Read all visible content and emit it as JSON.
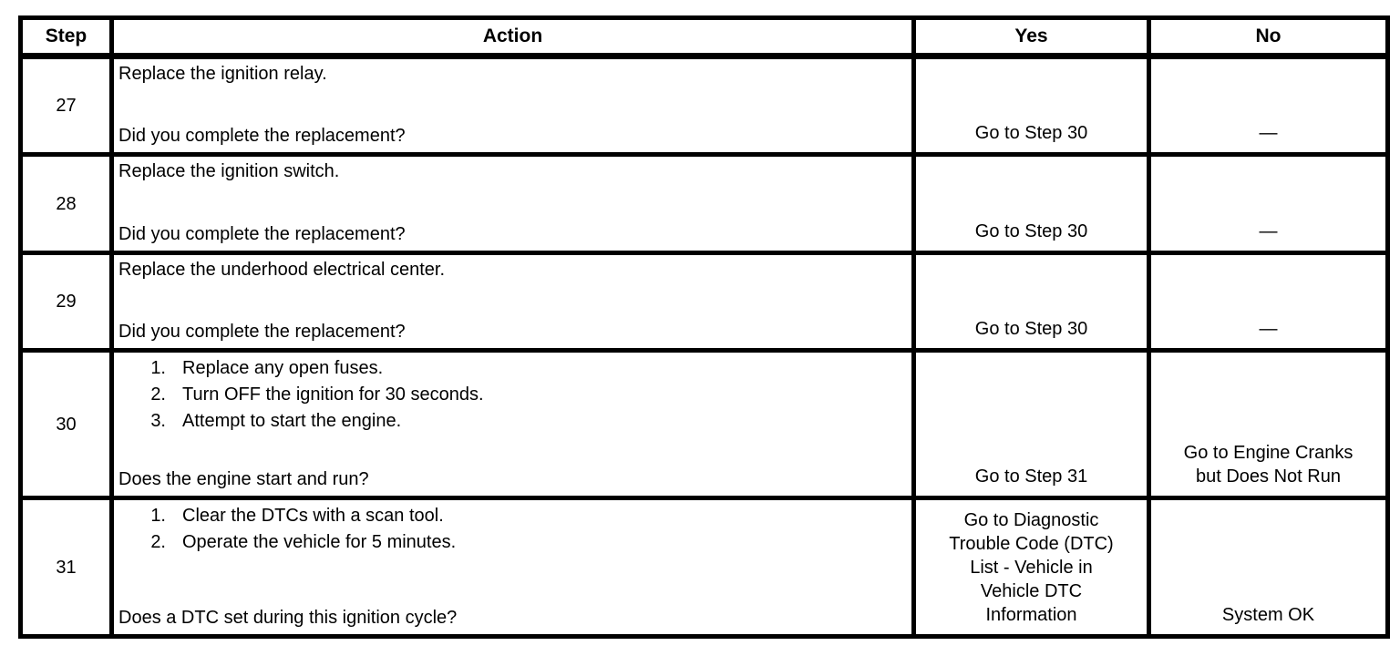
{
  "page": {
    "background": "#ffffff",
    "border_color": "#000000",
    "text_color": "#000000"
  },
  "table": {
    "headers": [
      {
        "key": "step",
        "label": "Step"
      },
      {
        "key": "action",
        "label": "Action"
      },
      {
        "key": "yes",
        "label": "Yes"
      },
      {
        "key": "no",
        "label": "No"
      }
    ],
    "rows": [
      {
        "step": "27",
        "action": {
          "intro": "Replace the ignition relay.",
          "list": [],
          "question": "Did you complete the replacement?"
        },
        "yes": "Go to Step 30",
        "no": "—"
      },
      {
        "step": "28",
        "action": {
          "intro": "Replace the ignition switch.",
          "list": [],
          "question": "Did you complete the replacement?"
        },
        "yes": "Go to Step 30",
        "no": "—"
      },
      {
        "step": "29",
        "action": {
          "intro": "Replace the underhood electrical center.",
          "list": [],
          "question": "Did you complete the replacement?"
        },
        "yes": "Go to Step 30",
        "no": "—"
      },
      {
        "step": "30",
        "action": {
          "intro": "",
          "list": [
            "Replace any open fuses.",
            "Turn OFF the ignition for 30 seconds.",
            "Attempt to start the engine."
          ],
          "question": "Does the engine start and run?"
        },
        "yes": "Go to Step 31",
        "no": "Go to Engine Cranks but Does Not Run"
      },
      {
        "step": "31",
        "action": {
          "intro": "",
          "list": [
            "Clear the DTCs with a scan tool.",
            "Operate the vehicle for 5 minutes."
          ],
          "question": "Does a DTC set during this ignition cycle?"
        },
        "yes": "Go to Diagnostic Trouble Code (DTC) List - Vehicle in Vehicle DTC Information",
        "no": "System OK"
      }
    ]
  }
}
